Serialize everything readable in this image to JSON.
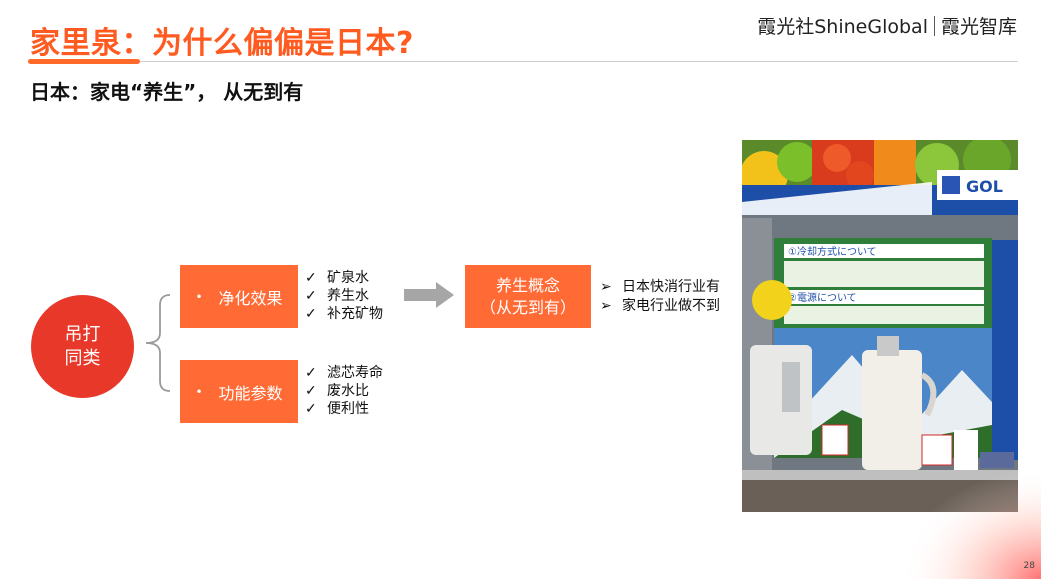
{
  "header": {
    "title": "家里泉：为什么偏偏是日本?",
    "brand_left": "霞光社ShineGlobal",
    "brand_right": "霞光智库"
  },
  "subtitle": "日本：家电“养生”， 从无到有",
  "diagram": {
    "circle_line1": "吊打",
    "circle_line2": "同类",
    "box1": {
      "label": "净化效果",
      "items": [
        "矿泉水",
        "养生水",
        "补充矿物"
      ]
    },
    "box2": {
      "label": "功能参数",
      "items": [
        "滤芯寿命",
        "废水比",
        "便利性"
      ]
    },
    "box3": {
      "line1": "养生概念",
      "line2": "（从无到有）",
      "items": [
        "日本快消行业有",
        "家电行业做不到"
      ]
    }
  },
  "photo": {
    "sign_text_1": "GOL",
    "banner_1": "①冷却方式について",
    "banner_2": "②電源について"
  },
  "page_number": "28",
  "colors": {
    "title": "#ff5a1f",
    "box": "#ff6a35",
    "circle": "#e8382a"
  },
  "icons": {
    "check": "check-icon",
    "arrow": "right-arrow-icon",
    "bullet": "chevron-bullet-icon"
  }
}
